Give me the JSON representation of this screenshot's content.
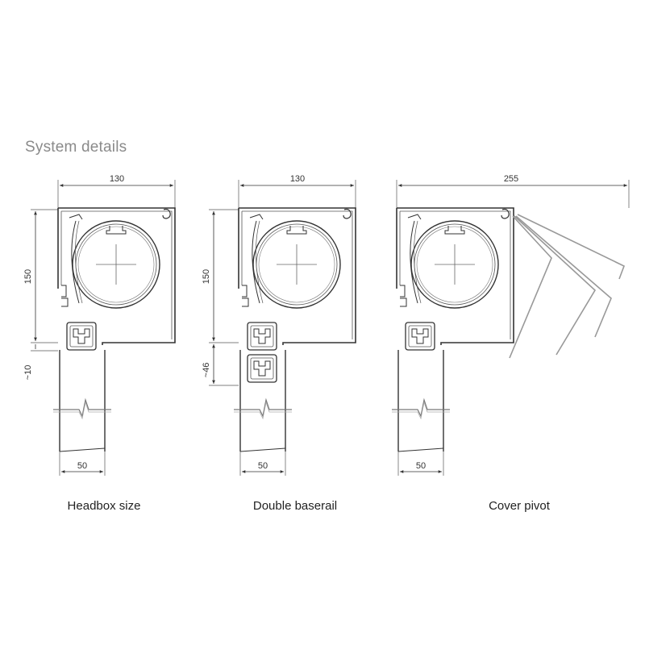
{
  "page_title": "System details",
  "panels": [
    {
      "caption": "Headbox size",
      "dims": {
        "width_top": "130",
        "height_left": "150",
        "lower_left": "~10",
        "width_bottom": "50"
      }
    },
    {
      "caption": "Double baserail",
      "dims": {
        "width_top": "130",
        "height_left": "150",
        "lower_left": "~46",
        "width_bottom": "50"
      }
    },
    {
      "caption": "Cover pivot",
      "dims": {
        "width_top": "255",
        "width_bottom": "50"
      }
    }
  ],
  "colors": {
    "line": "#333333",
    "light_line": "#999999",
    "title": "#8a8a8a"
  }
}
